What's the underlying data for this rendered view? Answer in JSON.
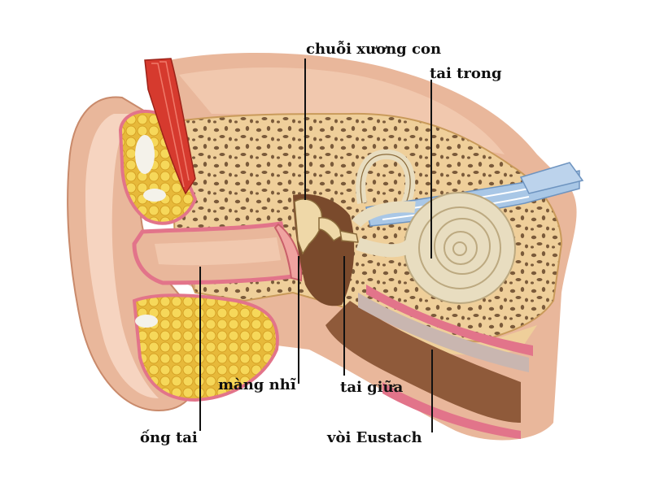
{
  "labels": {
    "ossicles": "chuỗi xương con",
    "inner_ear": "tai trong",
    "eardrum": "màng nhĩ",
    "middle_ear": "tai giữa",
    "ear_canal": "ống tai",
    "eustachian_tube": "vòi Eustach"
  },
  "colors": {
    "skin": "#e9b79b",
    "skin_dark": "#c98a6b",
    "skin_highlight": "#f6d4c0",
    "bone": "#efcf9a",
    "bone_pores": "#7a5a3a",
    "fat": "#f4d34c",
    "muscle": "#d63a2e",
    "canal_lining": "#e2748a",
    "cochlea": "#e8ddc0",
    "nerve": "#a9c7e6",
    "tube_brown": "#8f5a3a",
    "cavity": "#7a4a2c"
  }
}
